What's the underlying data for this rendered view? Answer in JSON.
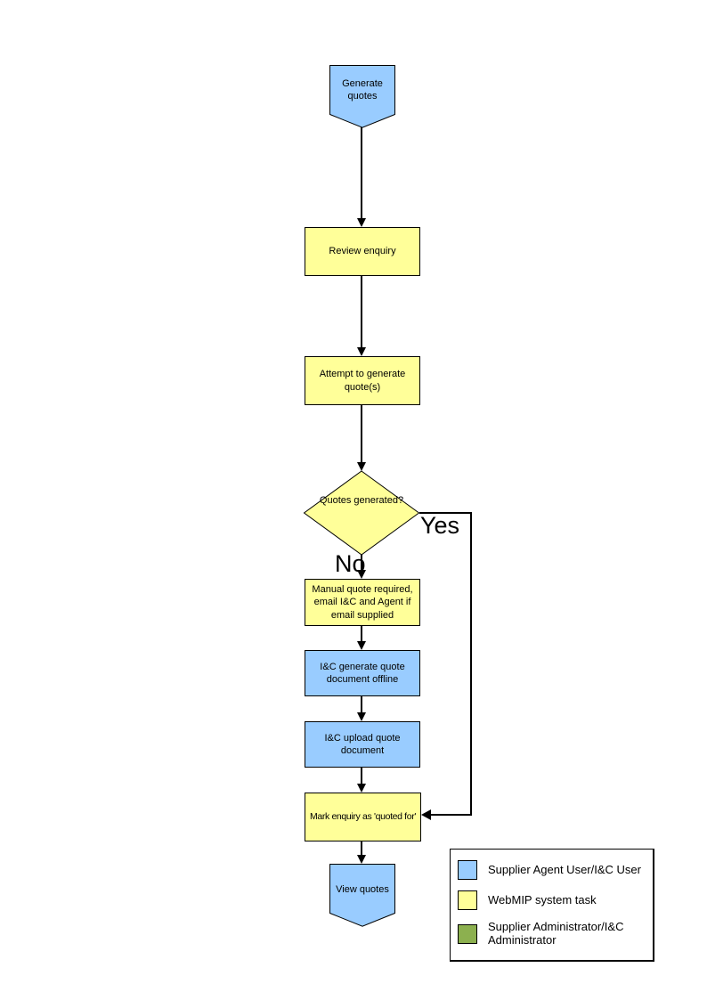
{
  "colors": {
    "actor_blue": "#99CCFF",
    "system_yellow": "#FFFF99",
    "admin_green": "#8CB04F",
    "line_black": "#000000"
  },
  "flowchart": {
    "nodes": {
      "start": {
        "label": "Generate quotes"
      },
      "review": {
        "label": "Review enquiry"
      },
      "attempt": {
        "label": "Attempt to generate quote(s)"
      },
      "decision": {
        "label": "Quotes generated?"
      },
      "manual": {
        "label": "Manual quote required, email I&C and Agent if email supplied"
      },
      "offline": {
        "label": "I&C generate quote document offline"
      },
      "upload": {
        "label": "I&C upload quote document"
      },
      "mark": {
        "label": "Mark enquiry as 'quoted for'"
      },
      "end": {
        "label": "View quotes"
      }
    },
    "branch_labels": {
      "yes": "Yes",
      "no": "No"
    }
  },
  "legend": {
    "items": [
      {
        "label": "Supplier Agent User/I&C User",
        "color": "#99CCFF"
      },
      {
        "label": "WebMIP system task",
        "color": "#FFFF99"
      },
      {
        "label": "Supplier Administrator/I&C Administrator",
        "color": "#8CB04F"
      }
    ]
  }
}
